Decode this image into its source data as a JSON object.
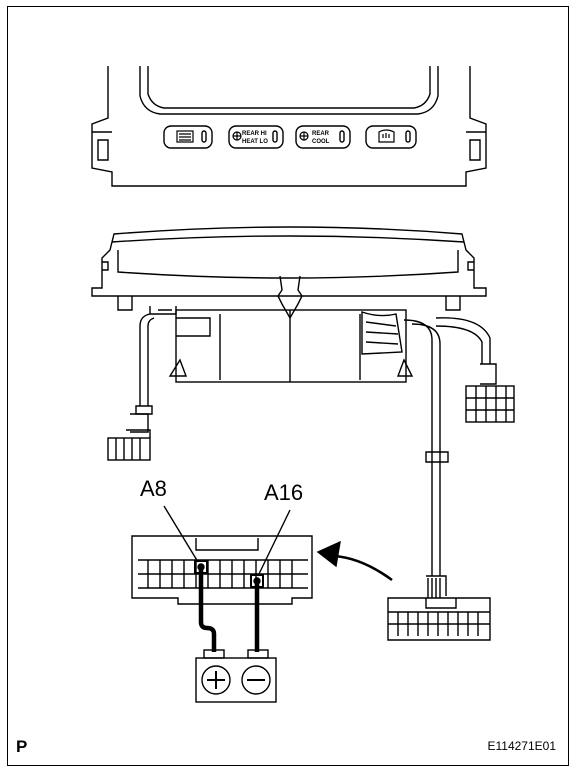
{
  "panel": {
    "buttons": [
      {
        "icon": "rear-defogger-icon",
        "line1": "",
        "line2": ""
      },
      {
        "icon": "fan-icon",
        "line1": "REAR HI",
        "line2": "HEAT LO"
      },
      {
        "icon": "fan-icon",
        "line1": "REAR",
        "line2": "COOL"
      },
      {
        "icon": "front-defroster-icon",
        "line1": "",
        "line2": ""
      }
    ]
  },
  "terminals": {
    "a8": "A8",
    "a16": "A16"
  },
  "battery": {
    "plus": "+",
    "minus": "−"
  },
  "footer": {
    "corner_label": "P",
    "figure_id": "E114271E01"
  }
}
